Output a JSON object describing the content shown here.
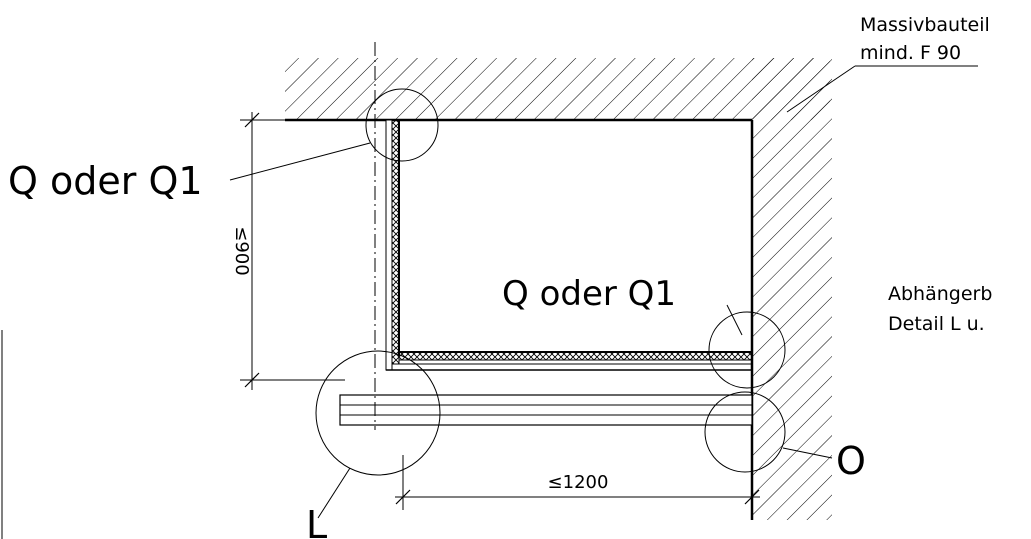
{
  "labels": {
    "q_left": "Q oder Q1",
    "q_right": "Q oder Q1",
    "massiv_line1": "Massivbauteil",
    "massiv_line2": "mind. F 90",
    "abh_line1": "Abhängerb",
    "abh_line2": "Detail L u.",
    "dim_vertical": "≤900",
    "dim_horizontal": "≤1200",
    "detail_L": "L",
    "detail_O": "O"
  },
  "colors": {
    "ink": "#000000",
    "paper": "#ffffff"
  }
}
